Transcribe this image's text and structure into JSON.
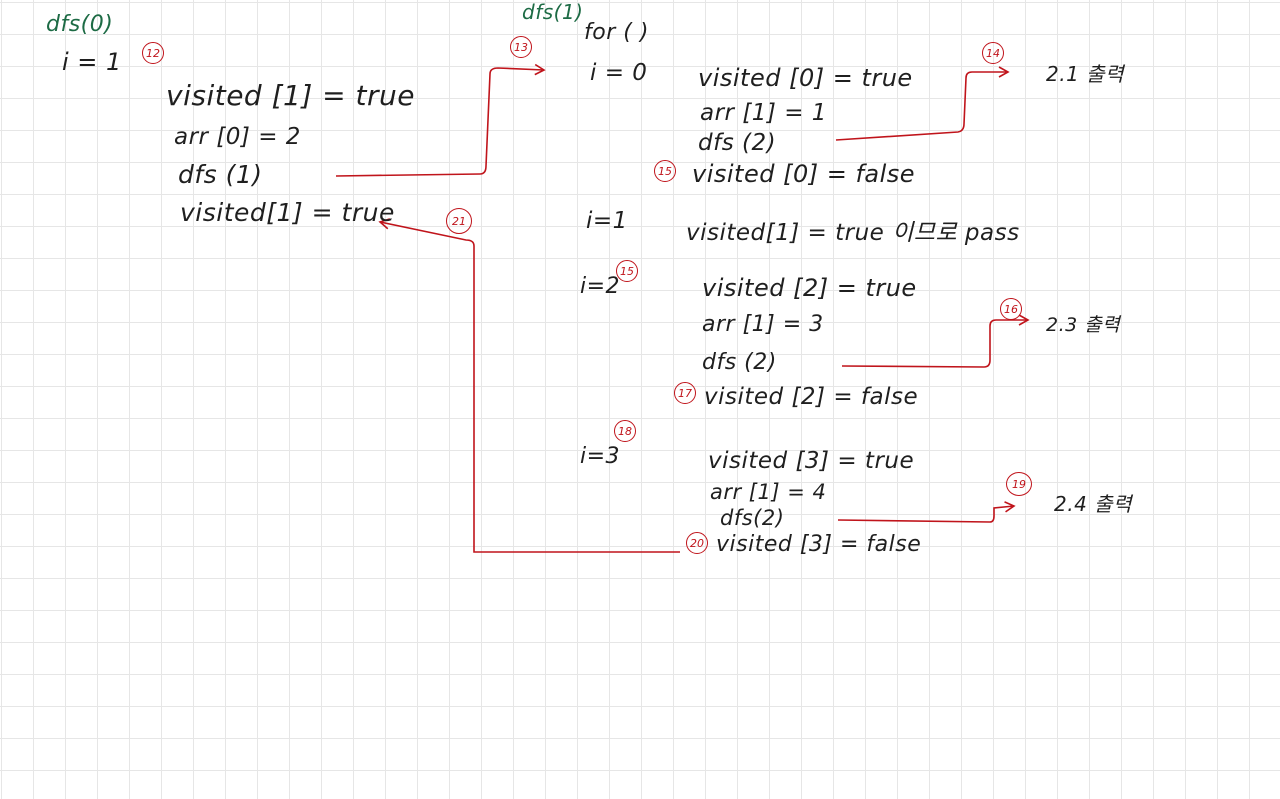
{
  "left": {
    "header": "dfs(0)",
    "i": "i = 1",
    "badge_1": "12",
    "line_1": "visited [1] = true",
    "line_2": "arr [0] = 2",
    "line_3": "dfs (1)",
    "line_4": "visited[1] = true",
    "badge_2": "21"
  },
  "right": {
    "header": "dfs(1)",
    "for_line": "for (          )",
    "badge_entry": "13",
    "i0": {
      "label": "i = 0",
      "line_1": "visited [0] = true",
      "line_2": "arr [1] = 1",
      "line_3": "dfs (2)",
      "badge_after": "15",
      "line_4": "visited [0] = false",
      "badge_out": "14",
      "result": "2.1 출력"
    },
    "i1": {
      "label": "i=1",
      "line_1": "visited[1] = true 이므로 pass"
    },
    "i2": {
      "label": "i=2",
      "badge_label": "15",
      "line_1": "visited [2] = true",
      "line_2": "arr [1] = 3",
      "line_3": "dfs (2)",
      "badge_after": "17",
      "line_4": "visited [2] = false",
      "badge_out": "16",
      "result": "2.3 출력"
    },
    "i3": {
      "label": "i=3",
      "badge_label": "18",
      "line_1": "visited [3] = true",
      "line_2": "arr [1] = 4",
      "line_3": "dfs(2)",
      "badge_after": "20",
      "line_4": "visited [3] = false",
      "badge_out": "19",
      "result": "2.4 출력"
    }
  },
  "colors": {
    "ink": "#1f1f1f",
    "green": "#1d6b45",
    "red": "#c0141b",
    "grid": "#e6e6e6"
  }
}
